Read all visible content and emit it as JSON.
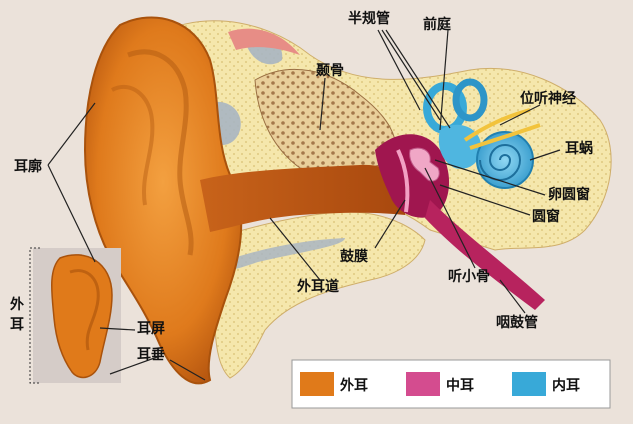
{
  "labels": {
    "auricle": "耳廓",
    "outer_ear_side": [
      "外",
      "耳"
    ],
    "tragus": "耳屏",
    "earlobe": "耳垂",
    "temporal_bone": "颞骨",
    "semicircular_canals": "半规管",
    "vestibule": "前庭",
    "vestibulocochlear_nerve": "位听神经",
    "cochlea": "耳蜗",
    "oval_window": "卵圆窗",
    "round_window": "圆窗",
    "eardrum": "鼓膜",
    "ossicles": "听小骨",
    "ear_canal": "外耳道",
    "eustachian_tube": "咽鼓管"
  },
  "legend": [
    {
      "label": "外耳",
      "color": "#e07a1a"
    },
    {
      "label": "中耳",
      "color": "#d44c8f"
    },
    {
      "label": "内耳",
      "color": "#38a9d8"
    }
  ],
  "colors": {
    "background": "#e9e0d8",
    "outer_ear": "#e07a1a",
    "bone": "#f3e4a6",
    "middle_ear": "#b01e5e",
    "inner_ear": "#38a9d8"
  }
}
